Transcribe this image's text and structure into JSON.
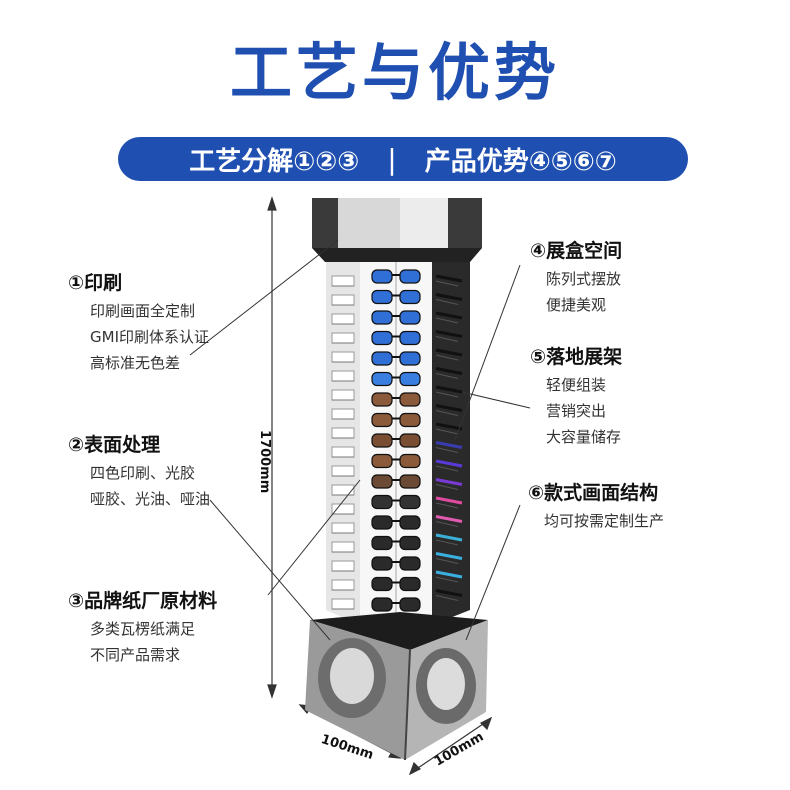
{
  "title": "工艺与优势",
  "banner": {
    "left": "工艺分解①②③",
    "separator": "|",
    "right": "产品优势④⑤⑥⑦"
  },
  "features": {
    "f1": {
      "heading": "①印刷",
      "lines": [
        "印刷画面全定制",
        "GMI印刷体系认证",
        "高标准无色差"
      ]
    },
    "f2": {
      "heading": "②表面处理",
      "lines": [
        "四色印刷、光胶",
        "哑胶、光油、哑油"
      ]
    },
    "f3": {
      "heading": "③品牌纸厂原材料",
      "lines": [
        "多类瓦楞纸满足",
        "不同产品需求"
      ]
    },
    "f4": {
      "heading": "④展盒空间",
      "lines": [
        "陈列式摆放",
        "便捷美观"
      ]
    },
    "f5": {
      "heading": "⑤落地展架",
      "lines": [
        "轻便组装",
        "营销突出",
        "大容量储存"
      ]
    },
    "f6": {
      "heading": "⑥款式画面结构",
      "lines": [
        "均可按需定制生产"
      ]
    }
  },
  "dimensions": {
    "height": "1700mm",
    "width_left": "100mm",
    "width_right": "100mm"
  },
  "colors": {
    "brand_blue": "#1f4fb0",
    "rack_dark": "#3a3a3a",
    "rack_white": "#f2f2f2"
  }
}
